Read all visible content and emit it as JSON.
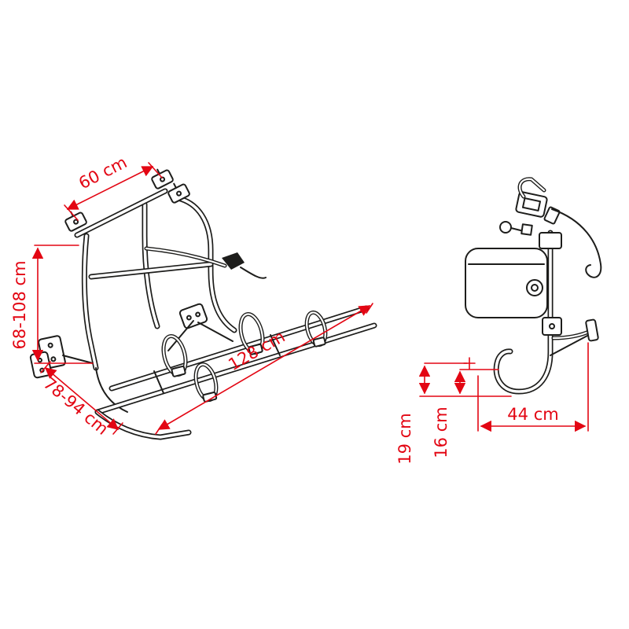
{
  "colors": {
    "background": "#ffffff",
    "drawing_line": "#1d1d1b",
    "dimension_accent": "#e30613"
  },
  "diagram": {
    "subject": "bike-carrier-technical-dimension-drawing",
    "views": [
      "front-perspective-view",
      "side-profile-view"
    ]
  },
  "dimensions": {
    "top_width": "60 cm",
    "height_range": "68-108 cm",
    "depth_range": "78-94 cm",
    "rail_length": "128 cm",
    "arm_depth": "44 cm",
    "hook_height": "19 cm",
    "hook_offset": "16 cm"
  }
}
